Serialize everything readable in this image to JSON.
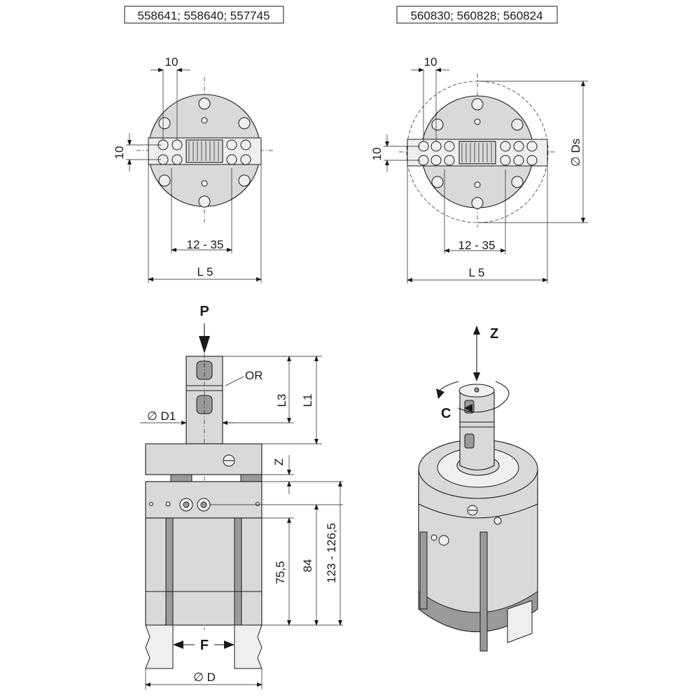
{
  "headers": {
    "left": "558641; 558640; 557745",
    "right": "560830; 560828; 560824"
  },
  "top_left_view": {
    "dim_width": "10",
    "dim_height": "10",
    "dim_range": "12 - 35",
    "dim_length": "L 5"
  },
  "top_right_view": {
    "dim_width": "10",
    "dim_height": "10",
    "dim_range": "12 - 35",
    "dim_length": "L 5",
    "dim_diameter": "∅ Ds"
  },
  "side_view": {
    "label_force": "P",
    "label_oring": "OR",
    "label_shaft_dia": "∅ D1",
    "dim_l3": "L3",
    "dim_l1": "L1",
    "dim_z": "Z",
    "dim_75": "75,5",
    "dim_84": "84",
    "dim_123": "123 - 126,5",
    "label_grip_force": "F",
    "label_body_dia": "∅ D"
  },
  "iso_view": {
    "label_axis_z": "Z",
    "label_axis_c": "C"
  },
  "colors": {
    "line": "#1a1a1a",
    "body": "#d9d9d9",
    "shadow": "#9a9a9a"
  }
}
